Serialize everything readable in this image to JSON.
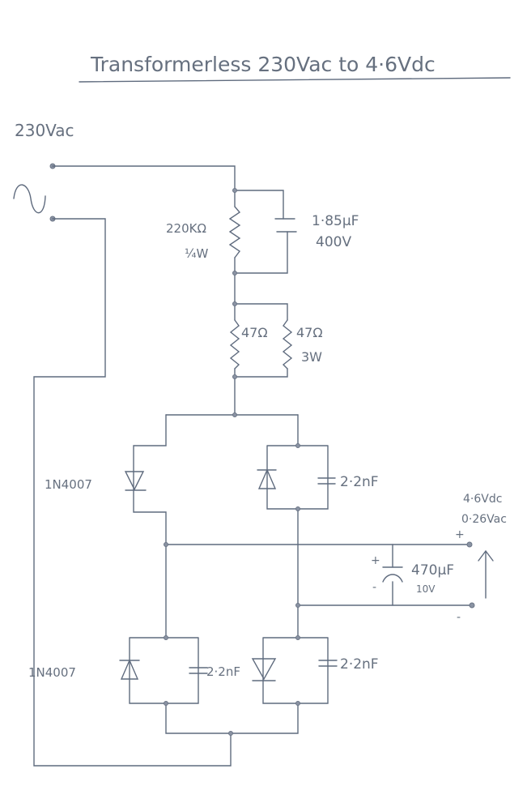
{
  "title": "Transformerless 230Vac to 4·6Vdc",
  "input": {
    "label": "230Vac",
    "source_icon": "ac-source-icon"
  },
  "components": {
    "r1": {
      "value": "220KΩ",
      "rating": "¼W"
    },
    "c1": {
      "value": "1·85µF",
      "rating": "400V"
    },
    "r2": {
      "value": "47Ω"
    },
    "r3": {
      "value": "47Ω",
      "rating": "3W"
    },
    "d_upper": {
      "label": "1N4007"
    },
    "c_upper": {
      "value": "2·2nF"
    },
    "c_out": {
      "plus": "+",
      "minus": "-",
      "value": "470µF",
      "rating": "10V"
    },
    "d_lower": {
      "label": "1N4007"
    },
    "c_lower_left": {
      "value": "2·2nF"
    },
    "c_lower_right": {
      "value": "2·2nF"
    }
  },
  "output": {
    "dc": "4·6Vdc",
    "ripple": "0·26Vac",
    "plus": "+",
    "minus": "-"
  },
  "colors": {
    "pencil": "#5f6b7e"
  }
}
